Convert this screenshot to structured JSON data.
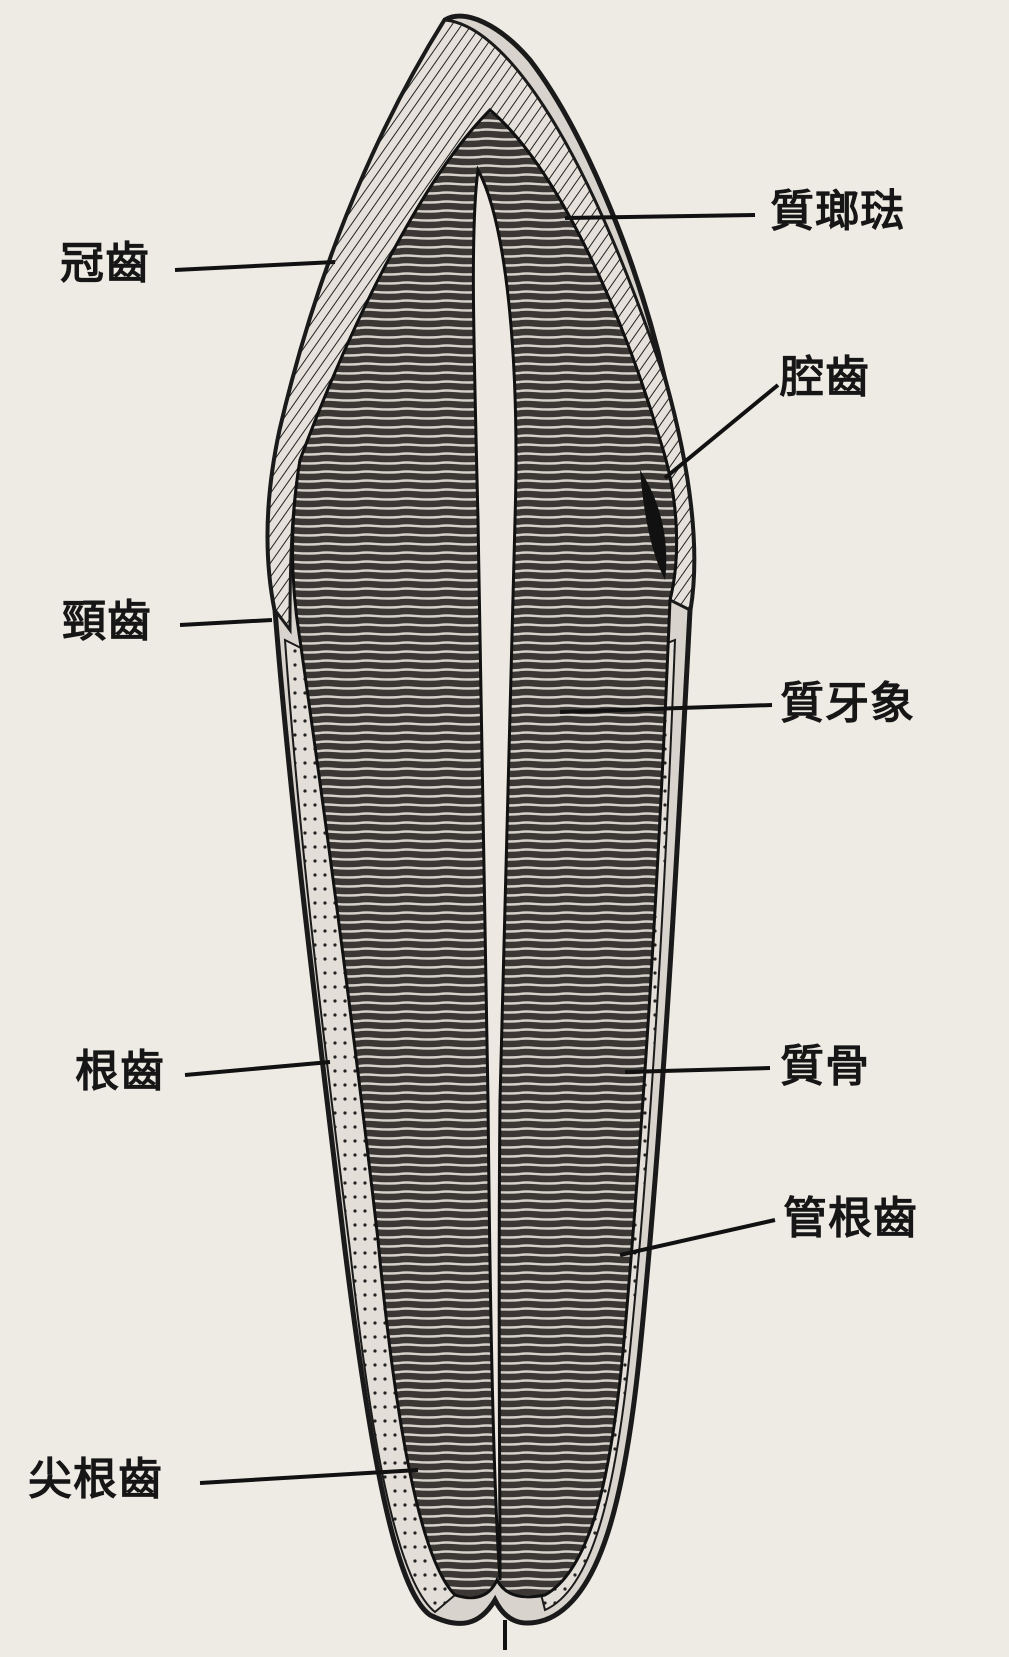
{
  "figure": {
    "labels": {
      "crown": "冠齒",
      "enamel": "質瑯琺",
      "pulp_cavity": "腔齒",
      "neck": "頸齒",
      "dentin": "質牙象",
      "root": "根齒",
      "cementum": "質骨",
      "root_canal": "管根齒",
      "apex": "尖根齒"
    }
  }
}
